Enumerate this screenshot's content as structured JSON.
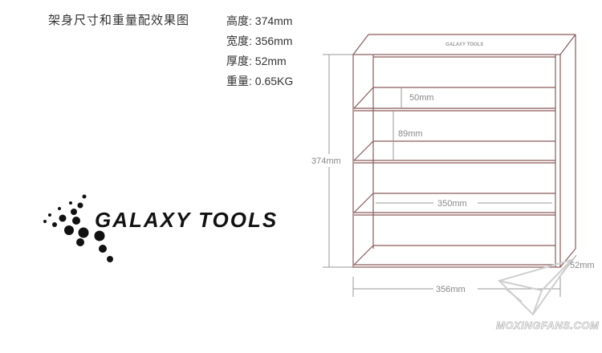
{
  "header": {
    "title": "架身尺寸和重量配效果图"
  },
  "specs": [
    {
      "label": "高度:",
      "value": "374mm"
    },
    {
      "label": "宽度:",
      "value": "356mm"
    },
    {
      "label": "厚度:",
      "value": "52mm"
    },
    {
      "label": "重量:",
      "value": "0.65KG"
    }
  ],
  "diagram": {
    "height_label": "374mm",
    "width_label": "356mm",
    "depth_label": "52mm",
    "gap_label": "50mm",
    "shelf_height_label": "89mm",
    "inner_width_label": "350mm",
    "shelf_count": 4,
    "line_color": "#8a5a5a",
    "dim_color": "#999999"
  },
  "logo": {
    "text": "GALAXY TOOLS",
    "mini_text": "GALAXY TOOLS",
    "icon": "dot-spray-icon"
  },
  "watermark": {
    "text": "MOXINGFANS.COM",
    "icon": "paper-plane-icon"
  }
}
